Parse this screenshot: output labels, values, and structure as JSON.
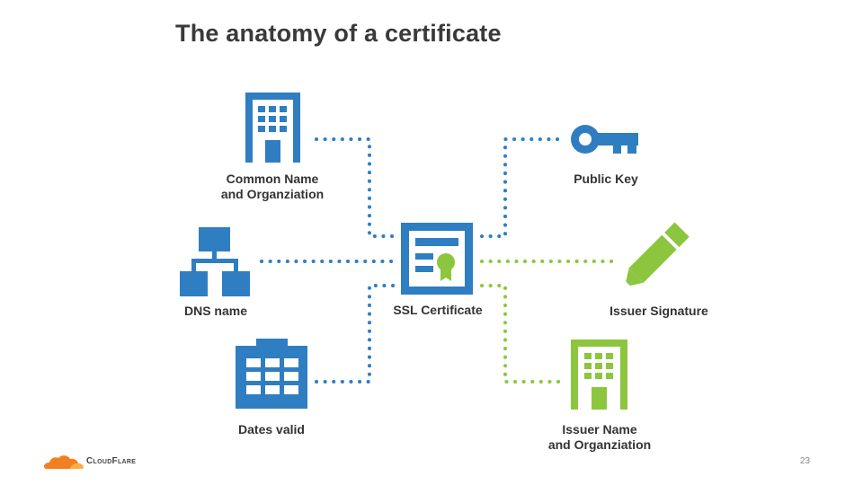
{
  "title": "The anatomy of a certificate",
  "colors": {
    "blue": "#2f7ec2",
    "green": "#8cc63f",
    "text": "#333333"
  },
  "nodes": {
    "common_name": {
      "line1": "Common Name",
      "line2": "and Organziation",
      "icon": "building-icon"
    },
    "dns": {
      "label": "DNS name",
      "icon": "hierarchy-icon"
    },
    "dates": {
      "label": "Dates valid",
      "icon": "calendar-icon"
    },
    "ssl": {
      "label": "SSL Certificate",
      "icon": "certificate-icon"
    },
    "public_key": {
      "label": "Public Key",
      "icon": "key-icon"
    },
    "signature": {
      "label": "Issuer Signature",
      "icon": "pencil-icon"
    },
    "issuer": {
      "line1": "Issuer Name",
      "line2": "and Organziation",
      "icon": "building-icon"
    }
  },
  "footer": {
    "logo_text": "CloudFlare",
    "page_number": "23"
  }
}
